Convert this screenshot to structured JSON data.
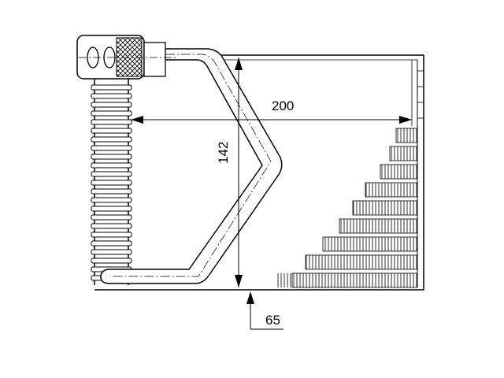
{
  "dimensions": {
    "width_label": "200",
    "height_label": "142",
    "depth_label": "65"
  },
  "colors": {
    "line": "#000000",
    "fill": "#ffffff",
    "hatch": "#000000"
  }
}
